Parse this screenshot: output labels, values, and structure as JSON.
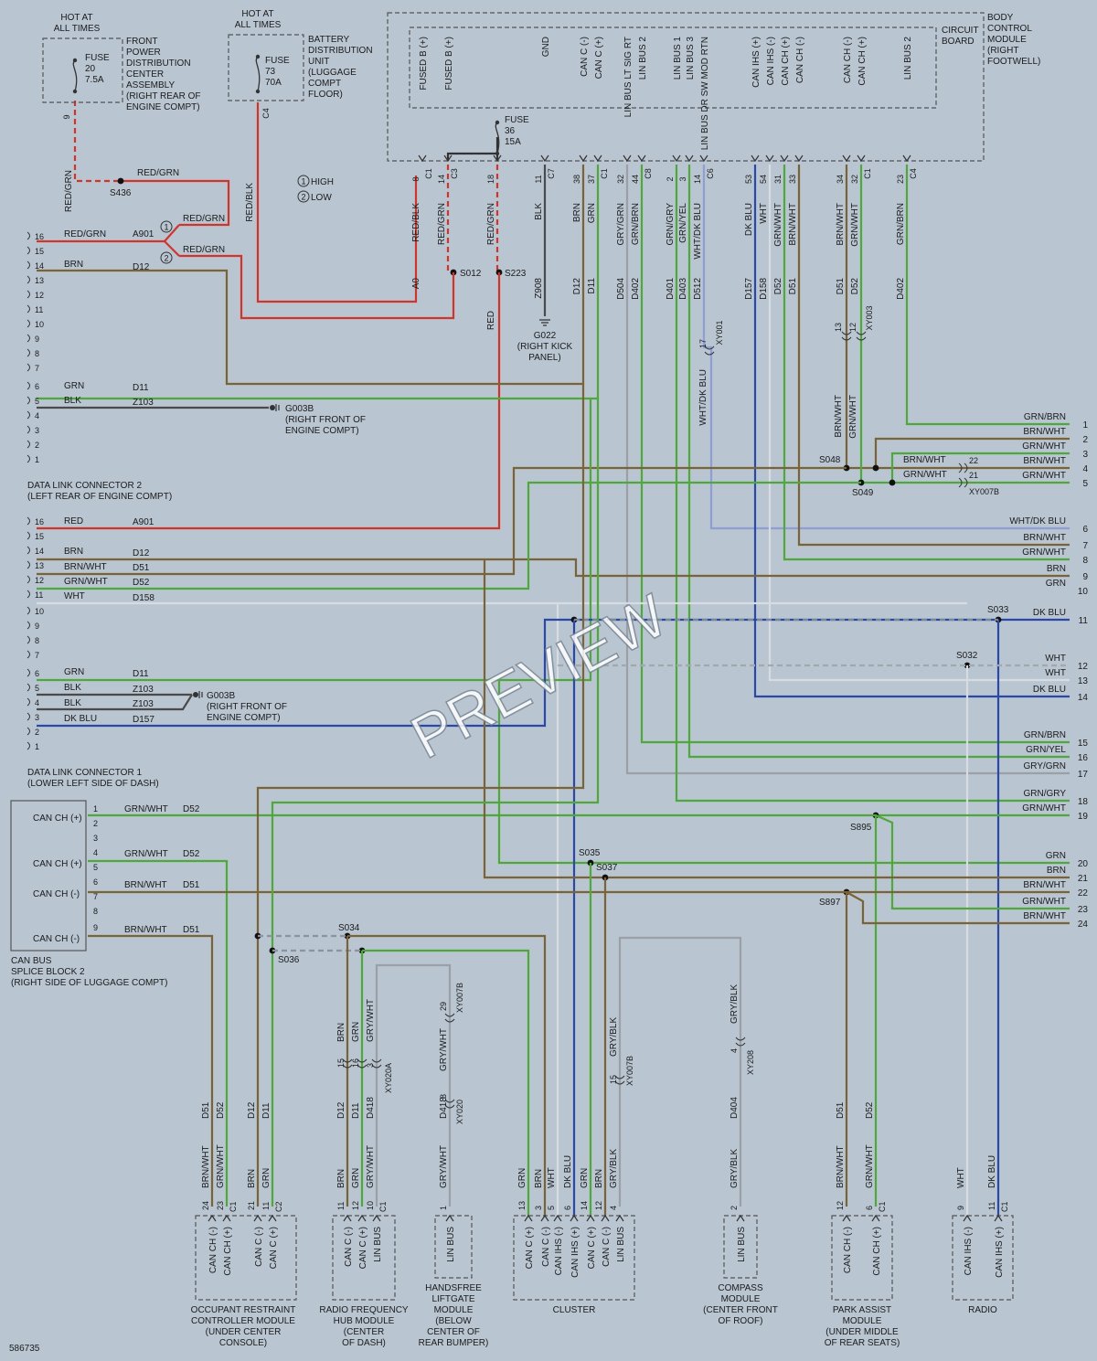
{
  "colors": {
    "red": "#d0352c",
    "green": "#4fa83b",
    "brown": "#7a6336",
    "black": "#4a4a4a",
    "dk_blu": "#2c48a6",
    "wht": "#d7dce2",
    "gry": "#9aa0a6",
    "wht_dk_blu": "#8f9fd4",
    "background": "#b9c5d1"
  },
  "watermark": "PREVIEW",
  "figure_id": "586735",
  "top": {
    "hot1": [
      "HOT AT",
      "ALL TIMES"
    ],
    "hot2": [
      "HOT AT",
      "ALL TIMES"
    ],
    "fpdc": [
      "FRONT",
      "POWER",
      "DISTRIBUTION",
      "CENTER",
      "ASSEMBLY",
      "(RIGHT REAR OF",
      "ENGINE COMPT)"
    ],
    "bdu": [
      "BATTERY",
      "DISTRIBUTION",
      "UNIT",
      "(LUGGAGE",
      "COMPT",
      "FLOOR)"
    ],
    "fuse20": [
      "FUSE",
      "20",
      "7.5A"
    ],
    "fuse73": [
      "FUSE",
      "73",
      "70A"
    ],
    "fuse36": [
      "FUSE",
      "36",
      "15A"
    ],
    "bcm": [
      "BODY",
      "CONTROL",
      "MODULE",
      "(RIGHT",
      "FOOTWELL)"
    ],
    "circuit_board": [
      "CIRCUIT",
      "BOARD"
    ],
    "pin9": "9",
    "pin_c4": "C4",
    "s436": "S436",
    "red_grn_top": "RED/GRN",
    "red_grn_vert": "RED/GRN",
    "red_blk_vert": "RED/BLK",
    "legend_high": "HIGH",
    "legend_low": "LOW",
    "legend_1": "1",
    "legend_2": "2"
  },
  "bcm_pins": [
    {
      "label": "FUSED B (+)",
      "pin": "8",
      "conn": "C1",
      "wire": "RED/BLK",
      "circ": "A0"
    },
    {
      "label": "FUSED B (+)",
      "pin": "14",
      "conn": "C3",
      "wire": "RED/GRN",
      "circ": ""
    },
    {
      "label": "",
      "pin": "18",
      "conn": "",
      "wire": "RED/GRN",
      "circ": ""
    },
    {
      "label": "GND",
      "pin": "11",
      "conn": "C7",
      "wire": "BLK",
      "circ": "Z908"
    },
    {
      "label": "CAN C (-)",
      "pin": "38",
      "conn": "",
      "wire": "BRN",
      "circ": "D12"
    },
    {
      "label": "CAN C (+)",
      "pin": "37",
      "conn": "C1",
      "wire": "GRN",
      "circ": "D11"
    },
    {
      "label": "LIN BUS LT SIG RT",
      "pin": "32",
      "conn": "",
      "wire": "GRY/GRN",
      "circ": "D504"
    },
    {
      "label": "LIN BUS 2",
      "pin": "44",
      "conn": "C8",
      "wire": "GRN/BRN",
      "circ": "D402"
    },
    {
      "label": "LIN BUS 1",
      "pin": "2",
      "conn": "",
      "wire": "GRN/GRY",
      "circ": "D401"
    },
    {
      "label": "LIN BUS 3",
      "pin": "3",
      "conn": "",
      "wire": "GRN/YEL",
      "circ": "D403"
    },
    {
      "label": "LIN BUS DR SW MOD RTN",
      "pin": "14",
      "conn": "C6",
      "wire": "WHT/DK BLU",
      "circ": "D512"
    },
    {
      "label": "CAN IHS (+)",
      "pin": "53",
      "conn": "",
      "wire": "DK BLU",
      "circ": "D157"
    },
    {
      "label": "CAN IHS (-)",
      "pin": "54",
      "conn": "",
      "wire": "WHT",
      "circ": "D158"
    },
    {
      "label": "CAN CH (+)",
      "pin": "31",
      "conn": "",
      "wire": "GRN/WHT",
      "circ": "D52"
    },
    {
      "label": "CAN CH (-)",
      "pin": "33",
      "conn": "",
      "wire": "BRN/WHT",
      "circ": "D51"
    },
    {
      "label": "CAN CH (-)",
      "pin": "34",
      "conn": "",
      "wire": "BRN/WHT",
      "circ": "D51"
    },
    {
      "label": "CAN CH (+)",
      "pin": "32",
      "conn": "C1",
      "wire": "GRN/WHT",
      "circ": "D52"
    },
    {
      "label": "LIN BUS 2",
      "pin": "23",
      "conn": "C4",
      "wire": "GRN/BRN",
      "circ": "D402"
    }
  ],
  "splices_top": {
    "s012": "S012",
    "s223": "S223",
    "red": "RED",
    "g022": [
      "G022",
      "(RIGHT KICK",
      "PANEL)"
    ]
  },
  "inline": {
    "xy001": "XY001",
    "p17": "17",
    "wht_dk_blu": "WHT/DK BLU",
    "p13": "13",
    "p12": "12",
    "xy003": "XY003",
    "brn_wht": "BRN/WHT",
    "grn_wht": "GRN/WHT",
    "s048": "S048",
    "s049": "S049",
    "p22": "22",
    "p21": "21",
    "xy007b": "XY007B",
    "brn_wht_h": "BRN/WHT",
    "grn_wht_h": "GRN/WHT"
  },
  "dlc2": {
    "title": [
      "DATA LINK CONNECTOR 2",
      "(LEFT REAR OF ENGINE COMPT)"
    ],
    "pins": [
      "16",
      "15",
      "14",
      "13",
      "12",
      "11",
      "10",
      "9",
      "8",
      "7",
      "6",
      "5",
      "4",
      "3",
      "2",
      "1"
    ],
    "w16": {
      "color": "RED/GRN",
      "circ": "A901"
    },
    "w14": {
      "color": "BRN",
      "circ": "D12"
    },
    "w6": {
      "color": "GRN",
      "circ": "D11"
    },
    "w5": {
      "color": "BLK",
      "circ": "Z103"
    },
    "g003b": [
      "G003B",
      "(RIGHT FRONT OF",
      "ENGINE COMPT)"
    ],
    "rg1": "RED/GRN",
    "rg2": "RED/GRN"
  },
  "dlc1": {
    "title": [
      "DATA LINK CONNECTOR 1",
      "(LOWER LEFT SIDE OF DASH)"
    ],
    "pins": [
      "16",
      "15",
      "14",
      "13",
      "12",
      "11",
      "10",
      "9",
      "8",
      "7",
      "6",
      "5",
      "4",
      "3",
      "2",
      "1"
    ],
    "w16": {
      "color": "RED",
      "circ": "A901"
    },
    "w14": {
      "color": "BRN",
      "circ": "D12"
    },
    "w13": {
      "color": "BRN/WHT",
      "circ": "D51"
    },
    "w12": {
      "color": "GRN/WHT",
      "circ": "D52"
    },
    "w11": {
      "color": "WHT",
      "circ": "D158"
    },
    "w6": {
      "color": "GRN",
      "circ": "D11"
    },
    "w5": {
      "color": "BLK",
      "circ": "Z103"
    },
    "w4": {
      "color": "BLK",
      "circ": "Z103"
    },
    "w3": {
      "color": "DK BLU",
      "circ": "D157"
    },
    "g003b": [
      "G003B",
      "(RIGHT FRONT OF",
      "ENGINE COMPT)"
    ]
  },
  "right_ref": [
    {
      "n": "1",
      "label": "GRN/BRN"
    },
    {
      "n": "2",
      "label": "BRN/WHT"
    },
    {
      "n": "3",
      "label": "GRN/WHT"
    },
    {
      "n": "4",
      "label": "BRN/WHT"
    },
    {
      "n": "5",
      "label": "GRN/WHT"
    },
    {
      "n": "6",
      "label": "WHT/DK BLU"
    },
    {
      "n": "7",
      "label": "BRN/WHT"
    },
    {
      "n": "8",
      "label": "GRN/WHT"
    },
    {
      "n": "9",
      "label": "BRN"
    },
    {
      "n": "10",
      "label": "GRN"
    },
    {
      "n": "11",
      "label": "DK BLU"
    },
    {
      "n": "12",
      "label": "WHT"
    },
    {
      "n": "13",
      "label": "WHT"
    },
    {
      "n": "14",
      "label": "DK BLU"
    },
    {
      "n": "15",
      "label": "GRN/BRN"
    },
    {
      "n": "16",
      "label": "GRN/YEL"
    },
    {
      "n": "17",
      "label": "GRY/GRN"
    },
    {
      "n": "18",
      "label": "GRN/GRY"
    },
    {
      "n": "19",
      "label": "GRN/WHT"
    },
    {
      "n": "20",
      "label": "GRN"
    },
    {
      "n": "21",
      "label": "BRN"
    },
    {
      "n": "22",
      "label": "BRN/WHT"
    },
    {
      "n": "23",
      "label": "GRN/WHT"
    },
    {
      "n": "24",
      "label": "BRN/WHT"
    }
  ],
  "mid_splices": {
    "s033": "S033",
    "s032": "S032",
    "s895": "S895",
    "s897": "S897",
    "s035": "S035",
    "s037": "S037",
    "s034": "S034",
    "s036": "S036"
  },
  "splice_block": {
    "title": [
      "CAN BUS",
      "SPLICE BLOCK 2",
      "(RIGHT SIDE OF LUGGAGE COMPT)"
    ],
    "labels": [
      "CAN CH (+)",
      "CAN CH (+)",
      "CAN CH (-)",
      "CAN CH (-)"
    ],
    "pins": [
      "1",
      "2",
      "3",
      "4",
      "5",
      "6",
      "7",
      "8",
      "9"
    ],
    "w1": {
      "color": "GRN/WHT",
      "circ": "D52"
    },
    "w4": {
      "color": "GRN/WHT",
      "circ": "D52"
    },
    "w6": {
      "color": "BRN/WHT",
      "circ": "D51"
    },
    "w9": {
      "color": "BRN/WHT",
      "circ": "D51"
    }
  },
  "bottom": {
    "orc": {
      "title": [
        "OCCUPANT RESTRAINT",
        "CONTROLLER MODULE",
        "(UNDER CENTER",
        "CONSOLE)"
      ],
      "pins": [
        {
          "label": "CAN CH (-)",
          "pin": "24",
          "conn": "",
          "wire": "BRN/WHT",
          "circ": "D51"
        },
        {
          "label": "CAN CH (+)",
          "pin": "23",
          "conn": "C1",
          "wire": "GRN/WHT",
          "circ": "D52"
        },
        {
          "label": "CAN C (-)",
          "pin": "21",
          "conn": "",
          "wire": "BRN",
          "circ": "D12"
        },
        {
          "label": "CAN C (+)",
          "pin": "11",
          "conn": "C2",
          "wire": "GRN",
          "circ": "D11"
        }
      ]
    },
    "rfh": {
      "title": [
        "RADIO FREQUENCY",
        "HUB MODULE",
        "(CENTER",
        "OF DASH)"
      ],
      "pins": [
        {
          "label": "CAN C (-)",
          "pin": "11",
          "conn": "",
          "wire": "BRN",
          "circ": "D12"
        },
        {
          "label": "CAN C (+)",
          "pin": "12",
          "conn": "",
          "wire": "GRN",
          "circ": "D11"
        },
        {
          "label": "LIN BUS",
          "pin": "10",
          "conn": "C1",
          "wire": "GRY/WHT",
          "circ": "D418"
        }
      ],
      "inline": {
        "p15": "15",
        "p16": "16",
        "p3": "3",
        "conn": "XY020A",
        "w1": "BRN",
        "w2": "GRN",
        "w3": "GRY/WHT"
      }
    },
    "hlm": {
      "title": [
        "HANDSFREE",
        "LIFTGATE",
        "MODULE",
        "(BELOW",
        "CENTER OF",
        "REAR BUMPER)"
      ],
      "pins": [
        {
          "label": "LIN BUS",
          "pin": "1",
          "wire": "GRY/WHT",
          "circ": "D418"
        }
      ],
      "inline": {
        "p8": "8",
        "conn1": "XY020",
        "p29": "29",
        "conn2": "XY007B",
        "w": "GRY/WHT"
      }
    },
    "cluster": {
      "title": [
        "CLUSTER"
      ],
      "pins": [
        {
          "label": "CAN C (+)",
          "pin": "13",
          "conn": "",
          "wire": "GRN"
        },
        {
          "label": "CAN C (-)",
          "pin": "3",
          "conn": "",
          "wire": "BRN"
        },
        {
          "label": "CAN IHS (-)",
          "pin": "5",
          "conn": "",
          "wire": "WHT"
        },
        {
          "label": "CAN IHS (+)",
          "pin": "6",
          "conn": "",
          "wire": "DK BLU"
        },
        {
          "label": "CAN C (+)",
          "pin": "14",
          "conn": "",
          "wire": "GRN"
        },
        {
          "label": "CAN C (-)",
          "pin": "12",
          "conn": "",
          "wire": "BRN"
        },
        {
          "label": "LIN BUS",
          "pin": "4",
          "conn": "",
          "wire": "GRY/BLK"
        }
      ],
      "inline": {
        "p15": "15",
        "conn": "XY007B",
        "w": "GRY/BLK"
      }
    },
    "compass": {
      "title": [
        "COMPASS",
        "MODULE",
        "(CENTER FRONT",
        "OF ROOF)"
      ],
      "pins": [
        {
          "label": "LIN BUS",
          "pin": "2",
          "wire": "GRY/BLK",
          "circ": "D404"
        }
      ],
      "inline": {
        "p4": "4",
        "conn": "XY208",
        "w": "GRY/BLK"
      }
    },
    "pam": {
      "title": [
        "PARK ASSIST",
        "MODULE",
        "(UNDER MIDDLE",
        "OF REAR SEATS)"
      ],
      "pins": [
        {
          "label": "CAN CH (-)",
          "pin": "12",
          "conn": "",
          "wire": "BRN/WHT",
          "circ": "D51"
        },
        {
          "label": "CAN CH (+)",
          "pin": "6",
          "conn": "C1",
          "wire": "GRN/WHT",
          "circ": "D52"
        }
      ]
    },
    "radio": {
      "title": [
        "RADIO"
      ],
      "pins": [
        {
          "label": "CAN IHS (-)",
          "pin": "9",
          "conn": "",
          "wire": "WHT"
        },
        {
          "label": "CAN IHS (+)",
          "pin": "11",
          "conn": "C1",
          "wire": "DK BLU"
        }
      ]
    }
  }
}
